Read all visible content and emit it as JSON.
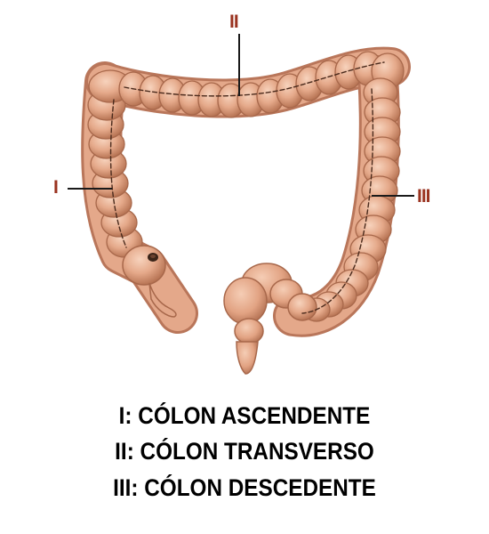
{
  "diagram": {
    "markers": {
      "ascending": "I",
      "transverse": "II",
      "descending": "III"
    },
    "legend": [
      "I: CÓLON ASCENDENTE",
      "II: CÓLON TRANSVERSO",
      "III: CÓLON DESCEDENTE"
    ],
    "colors": {
      "marker_text": "#9a3320",
      "leader_line": "#1a1a1a",
      "tissue": "#e4a88a",
      "tissue_shadow": "#b9765a",
      "tissue_highlight": "#f6d0ba",
      "caption_text": "#000000"
    }
  }
}
